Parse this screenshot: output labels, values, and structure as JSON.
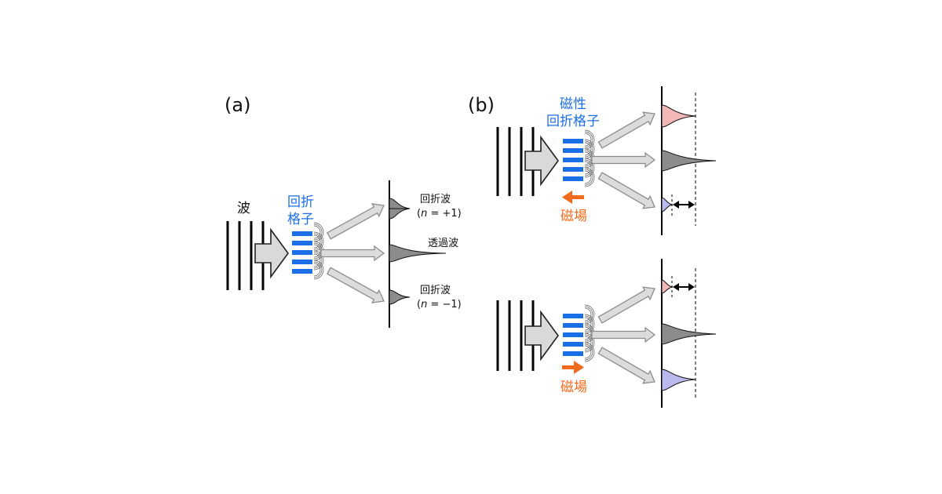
{
  "colors": {
    "text": "#111111",
    "grating_blue": "#1a6fe6",
    "field_orange": "#f26a1b",
    "arrow_fill": "#d9d9d9",
    "arrow_stroke": "#8c8c8c",
    "peak_gray": "#8c8c8c",
    "peak_red": "#f2b8b8",
    "peak_blue": "#b9b9ee"
  },
  "panel_a": {
    "label": "(a)",
    "wave_label": "波",
    "grating_label_1": "回折",
    "grating_label_2": "格子",
    "diffracted_upper_1": "回折波",
    "diffracted_upper_2": "(n = +1)",
    "transmitted": "透過波",
    "diffracted_lower_1": "回折波",
    "diffracted_lower_2": "(n = −1)"
  },
  "panel_b": {
    "label": "(b)",
    "grating_label_1": "磁性",
    "grating_label_2": "回折格子",
    "field_label_top": "磁場",
    "field_label_bottom": "磁場",
    "top_field_direction": "left",
    "bottom_field_direction": "right"
  }
}
